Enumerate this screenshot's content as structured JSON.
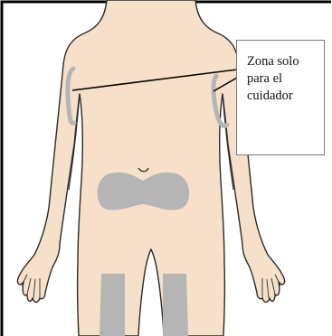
{
  "callout": {
    "text": "Zona solo\npara el\ncuidador"
  },
  "colors": {
    "skin": "#f7e0c9",
    "outline": "#2b2b2b",
    "injection_zone": "#b5b5b5",
    "callout_border": "#7a7a7a",
    "frame": "#000000"
  },
  "zones": [
    {
      "name": "upper-arm-left",
      "role": "caregiver-only"
    },
    {
      "name": "upper-arm-right",
      "role": "caregiver-only"
    },
    {
      "name": "abdomen"
    },
    {
      "name": "thigh-left"
    },
    {
      "name": "thigh-right"
    }
  ]
}
